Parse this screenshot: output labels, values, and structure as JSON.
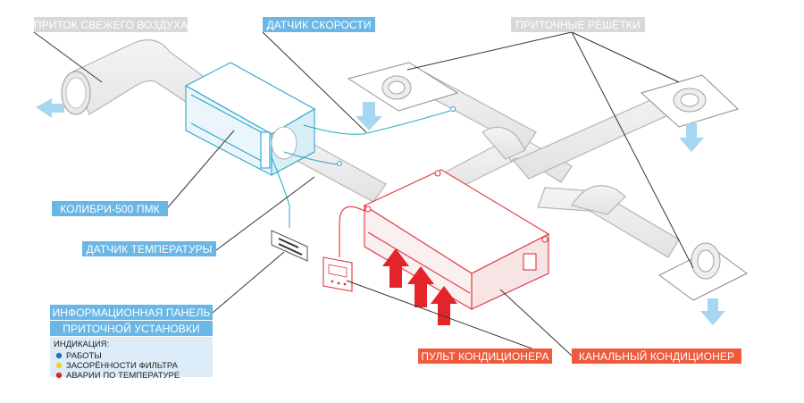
{
  "labels": {
    "fresh_air_intake": "ПРИТОК СВЕЖЕГО ВОЗДУХА",
    "speed_sensor": "ДАТЧИК СКОРОСТИ",
    "supply_grilles": "ПРИТОЧНЫЕ РЕШЁТКИ",
    "unit_model": "КОЛИБРИ-500 ПМК",
    "temp_sensor": "ДАТЧИК ТЕМПЕРАТУРЫ",
    "info_panel_line1": "ИНФОРМАЦИОННАЯ ПАНЕЛЬ",
    "info_panel_line2": "ПРИТОЧНОЙ УСТАНОВКИ",
    "ac_remote": "ПУЛЬТ КОНДИЦИОНЕРА",
    "duct_ac": "КАНАЛЬНЫЙ КОНДИЦИОНЕР"
  },
  "indication": {
    "title": "ИНДИКАЦИЯ:",
    "items": [
      {
        "label": "РАБОТЫ",
        "color": "#1f6fd1"
      },
      {
        "label": "ЗАСОРЁННОСТИ ФИЛЬТРА",
        "color": "#f2d21b"
      },
      {
        "label": "АВАРИИ ПО ТЕМПЕРАТУРЕ",
        "color": "#e0262a"
      }
    ]
  },
  "colors": {
    "grey_label_bg": "#d8d8d8",
    "blue_label_bg": "#6ab7e6",
    "red_label_bg": "#ef5a3c",
    "legend_bg": "#dcecf8",
    "unit_stroke": "#2ba6c8",
    "ac_stroke": "#e2333a",
    "duct_stroke": "#b9b9b9",
    "arrow_red": "#e3242b",
    "arrow_blue": "#9fd4ef"
  }
}
